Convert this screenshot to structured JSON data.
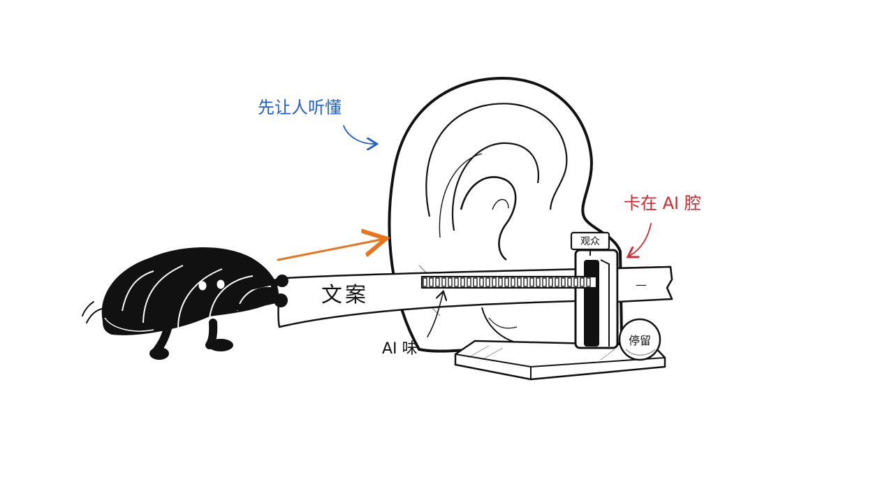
{
  "annotations": {
    "top_note": "先让人听懂",
    "right_note": "卡在 AI 腔",
    "bottom_note": "AI 味"
  },
  "labels": {
    "strip_text": "文案",
    "strip_end_mark": "—",
    "sign": "观众",
    "ball": "停留"
  },
  "colors": {
    "ink": "#111111",
    "paper": "#ffffff",
    "top_note": "#1f5fd1",
    "right_note": "#d9242a",
    "arrow": "#e8741c"
  }
}
